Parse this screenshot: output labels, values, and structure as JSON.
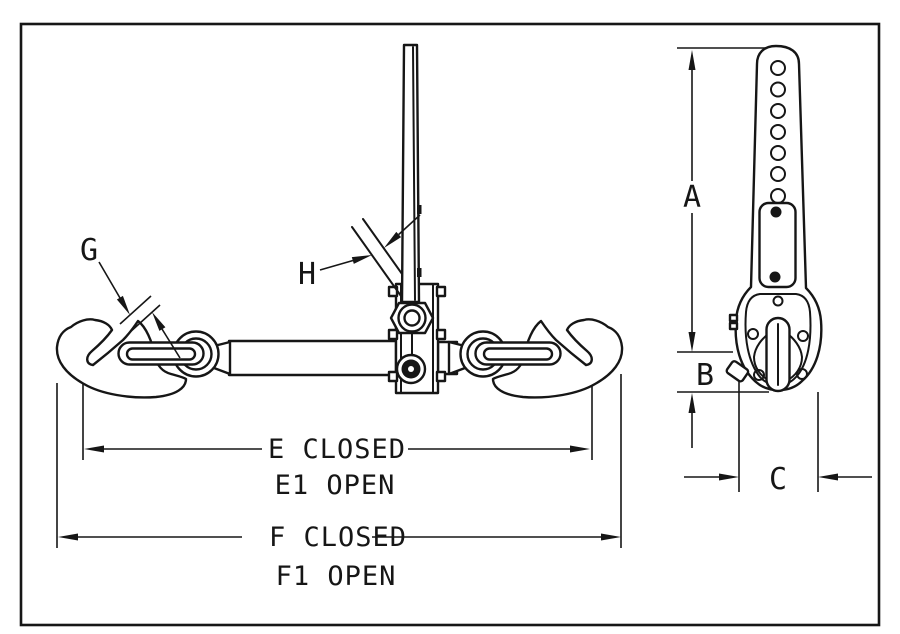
{
  "drawing": {
    "labels": {
      "g": "G",
      "h": "H",
      "a": "A",
      "b": "B",
      "c": "C"
    },
    "dimensions": {
      "e_closed": "E CLOSED",
      "e1_open": "E1 OPEN",
      "f_closed": "F CLOSED",
      "f1_open": "F1 OPEN"
    },
    "colors": {
      "line": "#161616",
      "background": "#ffffff"
    }
  }
}
